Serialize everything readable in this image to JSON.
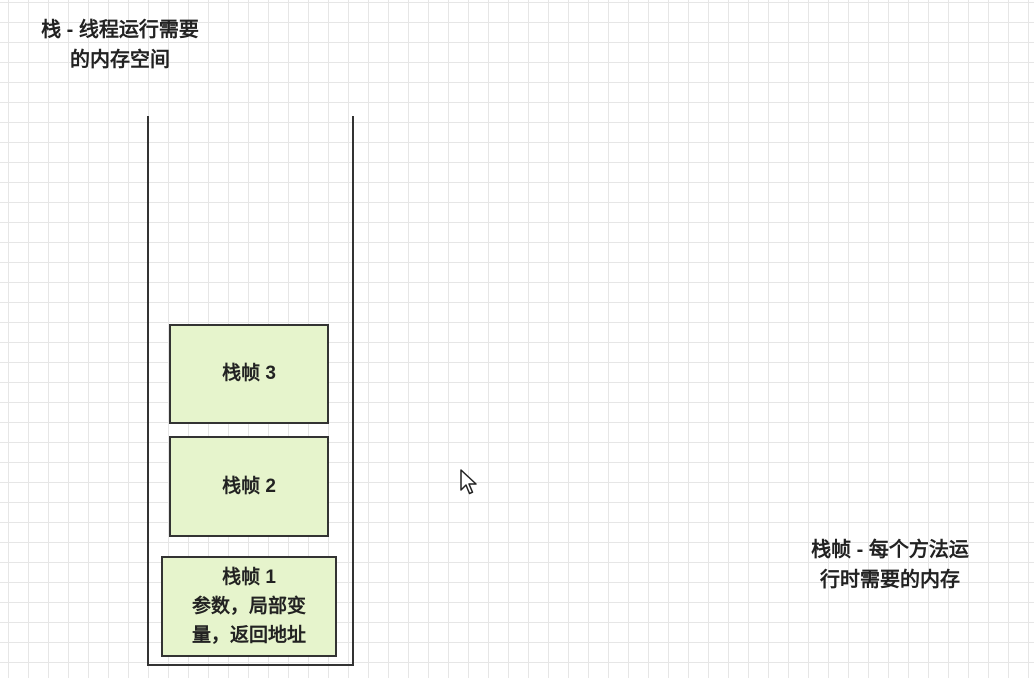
{
  "stack_note": "栈 - 线程运行需要\n的内存空间",
  "frame_note": "栈帧 - 每个方法运\n行时需要的内存",
  "frames": [
    {
      "title": "栈帧 1",
      "detail": "参数，局部变\n量，返回地址"
    },
    {
      "title": "栈帧 2"
    },
    {
      "title": "栈帧 3"
    }
  ],
  "colors": {
    "frame_fill": "#e6f4cc",
    "outline": "#333333",
    "grid": "#e6e6e6"
  },
  "icons": [
    "mouse-cursor-icon"
  ]
}
